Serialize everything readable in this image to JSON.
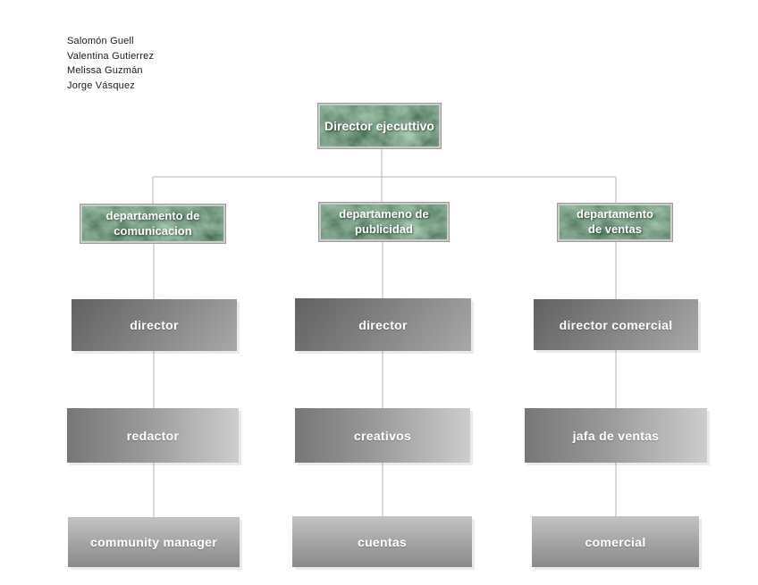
{
  "authors": {
    "names": [
      "Salomón Guell",
      "Valentina Gutierrez",
      "Melissa Guzmán",
      "Jorge Vásquez"
    ]
  },
  "org": {
    "root": {
      "label": "Director ejecuttivo"
    },
    "branches": [
      {
        "department": "departamento de comunicacion",
        "roles": [
          "director",
          "redactor",
          "community manager"
        ]
      },
      {
        "department": "departameno de publicidad",
        "roles": [
          "director",
          "creativos",
          "cuentas"
        ]
      },
      {
        "department": "departamento de ventas",
        "roles": [
          "director comercial",
          "jafa de ventas",
          "comercial"
        ]
      }
    ]
  },
  "colors": {
    "background": "#ffffff",
    "green_marble_base": "#2f5f41",
    "green_marble_dark": "#16361f",
    "green_marble_vein": "#6d9a7c",
    "green_box_border": "#cbcbcb",
    "gray_gradient_dark": "#646464",
    "gray_gradient_mid": "#999999",
    "gray_gradient_light": "#cdcdcd",
    "connector": "#c2c2c2",
    "label_text": "#ffffff",
    "author_text": "#1a1a1a"
  }
}
